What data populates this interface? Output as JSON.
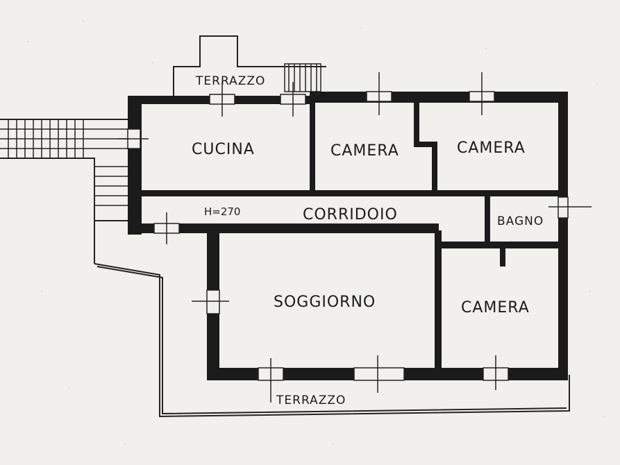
{
  "rooms": {
    "terrazzo_top": "TERRAZZO",
    "cucina": "CUCINA",
    "camera_1": "CAMERA",
    "camera_2": "CAMERA",
    "corridoio": "CORRIDOIO",
    "height_note": "H=270",
    "bagno": "BAGNO",
    "soggiorno": "SOGGIORNO",
    "camera_3": "CAMERA",
    "terrazzo_bottom": "TERRAZZO"
  },
  "colors": {
    "paper": "#f1f0ec",
    "ink": "#1b1b1b"
  }
}
